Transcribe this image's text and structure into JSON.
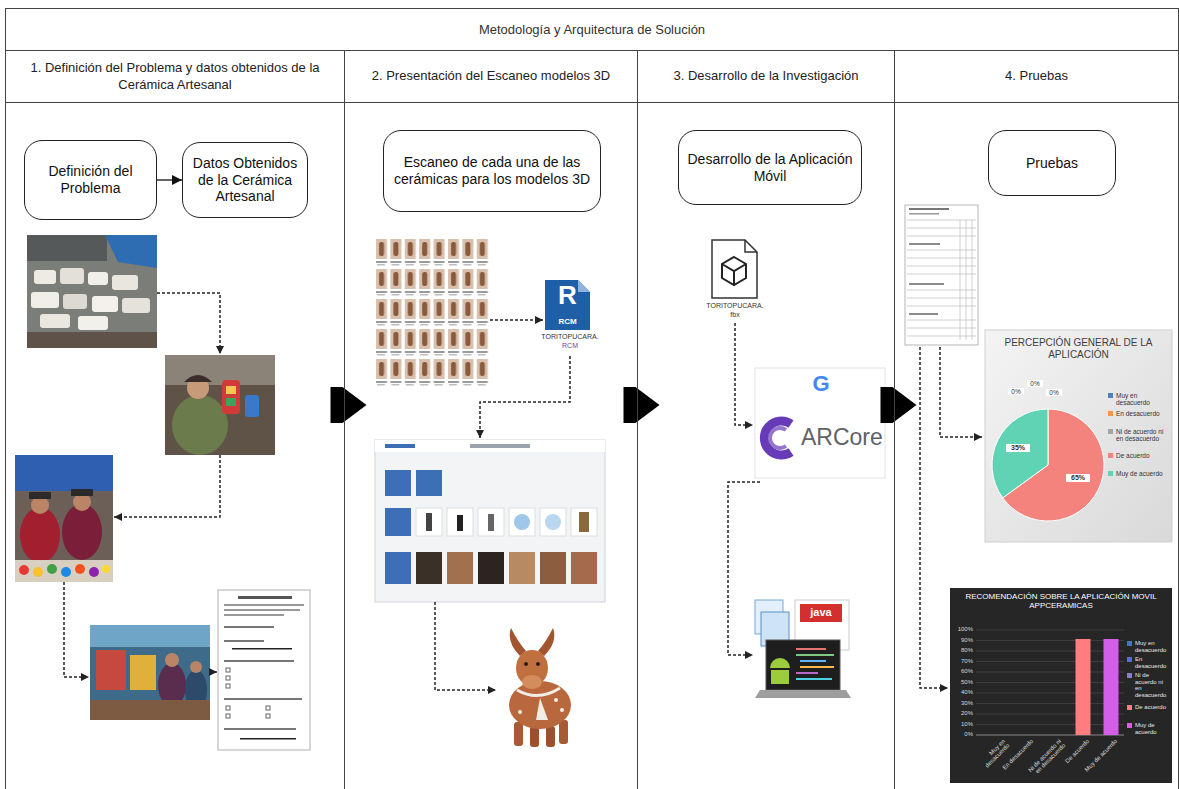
{
  "diagram": {
    "title": "Metodología y Arquitectura de Solución",
    "nodes": [
      {
        "text": [
          "1. Definición del Problema y datos obtenidos de la Cerámica Artesanal"
        ]
      },
      {
        "text": [
          "2. Presentación del Escaneo modelos 3D"
        ]
      },
      {
        "text": [
          "3. Desarrollo de la Investigación"
        ]
      },
      {
        "text": [
          "4. Pruebas"
        ]
      },
      {
        "text": [
          "Definición del Problema"
        ],
        "in": 0
      },
      {
        "text": [
          "Datos Obtenidos de la Cerámica Artesanal"
        ],
        "in": 0
      },
      {
        "text": [
          "Escaneo de cada una de las cerámicas para los modelos 3D"
        ],
        "in": 1
      },
      {
        "text": [
          "Desarrollo de la Aplicación Móvil"
        ],
        "in": 2
      },
      {
        "text": [
          "Pruebas"
        ],
        "in": 3
      }
    ],
    "edges": [
      {
        "from": 4,
        "to": 5,
        "arrow": "to"
      },
      {
        "from": 0,
        "to": 1,
        "arrow": "to"
      },
      {
        "from": 1,
        "to": 2,
        "arrow": "to"
      },
      {
        "from": 2,
        "to": 3,
        "arrow": "to"
      }
    ],
    "labels": [
      "R",
      "RCM",
      "TORITOPUCARA.",
      "RCM",
      "TORITOPUCARA.",
      "fbx",
      "G",
      "ARCore",
      "java",
      "PERCEPCIÓN GENERAL DE LA APLICACIÓN",
      "0%",
      "0%",
      "0%",
      "35%",
      "65%",
      "RECOMENDACIÓN SOBRE LA APLICACIÓN MOVIL APPCERAMICAS",
      "100%",
      "90%",
      "80%",
      "70%",
      "60%",
      "50%",
      "40%",
      "30%",
      "20%",
      "10%",
      "0%",
      "Muy en desacuerdo",
      "En desacuerdo",
      "Ni de acuerdo ni en desacuerdo",
      "De acuerdo",
      "Muy de acuerdo"
    ],
    "legend": [
      {
        "text": "Muy en desacuerdo",
        "color": "#4f81bd"
      },
      {
        "text": "En desacuerdo",
        "color": "#f79646"
      },
      {
        "text": "Ni de acuerdo ni en desacuerdo",
        "color": "#a5a5a5"
      },
      {
        "text": "De acuerdo",
        "color": "#f4837d"
      },
      {
        "text": "Muy de acuerdo",
        "color": "#5fd3b3"
      },
      {
        "text": "Muy en desacuerdo",
        "color": "#4472c4"
      },
      {
        "text": "En desacuerdo",
        "color": "#5b6bd5"
      },
      {
        "text": "Ni de acuerdo ni en desacuerdo",
        "color": "#8a7fc4"
      },
      {
        "text": "De acuerdo",
        "color": "#ff7c80"
      },
      {
        "text": "Muy de acuerdo",
        "color": "#d35ee8"
      }
    ]
  }
}
